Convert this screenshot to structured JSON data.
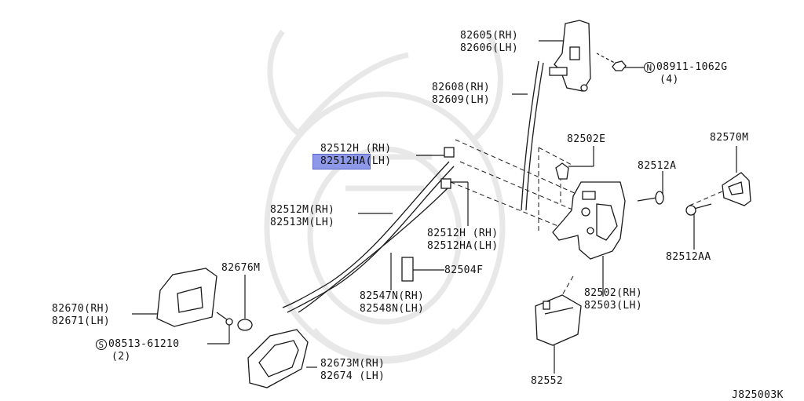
{
  "labels": {
    "p82605": "82605(RH)",
    "p82606": "82606(LH)",
    "n08911": "08911-1062G",
    "n08911_qty": "(4)",
    "n08911_sym": "N",
    "p82608": "82608(RH)",
    "p82609": "82609(LH)",
    "p82502e": "82502E",
    "p82570m": "82570M",
    "p82512h_rh_top": "82512H (RH)",
    "p82512ha_lh_top": "82512HA(LH)",
    "p82512a": "82512A",
    "p82512m": "82512M(RH)",
    "p82513m": "82513M(LH)",
    "p82512h_rh_mid": "82512H (RH)",
    "p82512ha_lh_mid": "82512HA(LH)",
    "p82676m": "82676M",
    "p82504f": "82504F",
    "p82512aa": "82512AA",
    "p82670": "82670(RH)",
    "p82671": "82671(LH)",
    "p82547n": "82547N(RH)",
    "p82548n": "82548N(LH)",
    "p82502": "82502(RH)",
    "p82503": "82503(LH)",
    "s08513": "08513-61210",
    "s08513_qty": "(2)",
    "s08513_sym": "S",
    "p82673m": "82673M(RH)",
    "p82674": "82674 (LH)",
    "p82552": "82552",
    "diagram_code": "J825003K"
  },
  "colors": {
    "highlight": "#8e98e8",
    "line": "#1a1a1a",
    "watermark": "#e6e6e6"
  }
}
